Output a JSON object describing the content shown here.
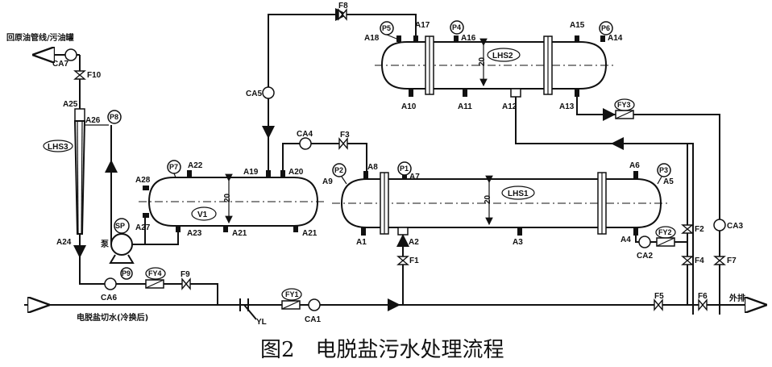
{
  "caption": "图2　电脱盐污水处理流程",
  "texts": {
    "return_line": "回原油管线/污油罐",
    "pump": "泵",
    "inlet": "电脱盐切水(冷换后)",
    "outlet": "外排"
  },
  "vessels": {
    "v1": "V1",
    "lhs1": "LHS1",
    "lhs2": "LHS2",
    "lhs3": "LHS3",
    "sp": "SP"
  },
  "gauges": [
    "P1",
    "P2",
    "P3",
    "P4",
    "P5",
    "P6",
    "P7",
    "P8",
    "P9"
  ],
  "flowmeters": [
    "FY1",
    "FY2",
    "FY3",
    "FY4"
  ],
  "samplers": [
    "CA1",
    "CA2",
    "CA3",
    "CA4",
    "CA5",
    "CA6",
    "CA7"
  ],
  "valves": [
    "F1",
    "F2",
    "F3",
    "F4",
    "F5",
    "F6",
    "F7",
    "F8",
    "F9",
    "F10"
  ],
  "nozzles": [
    "A1",
    "A2",
    "A3",
    "A4",
    "A5",
    "A6",
    "A7",
    "A8",
    "A9",
    "A10",
    "A11",
    "A12",
    "A13",
    "A14",
    "A15",
    "A16",
    "A17",
    "A18",
    "A19",
    "A20",
    "A21",
    "A21",
    "A22",
    "A23",
    "A24",
    "A25",
    "A26",
    "A27",
    "A28"
  ],
  "misc": {
    "yl": "YL",
    "dia_v1": "20",
    "dia_lhs1": "20",
    "dia_lhs2": "20"
  }
}
